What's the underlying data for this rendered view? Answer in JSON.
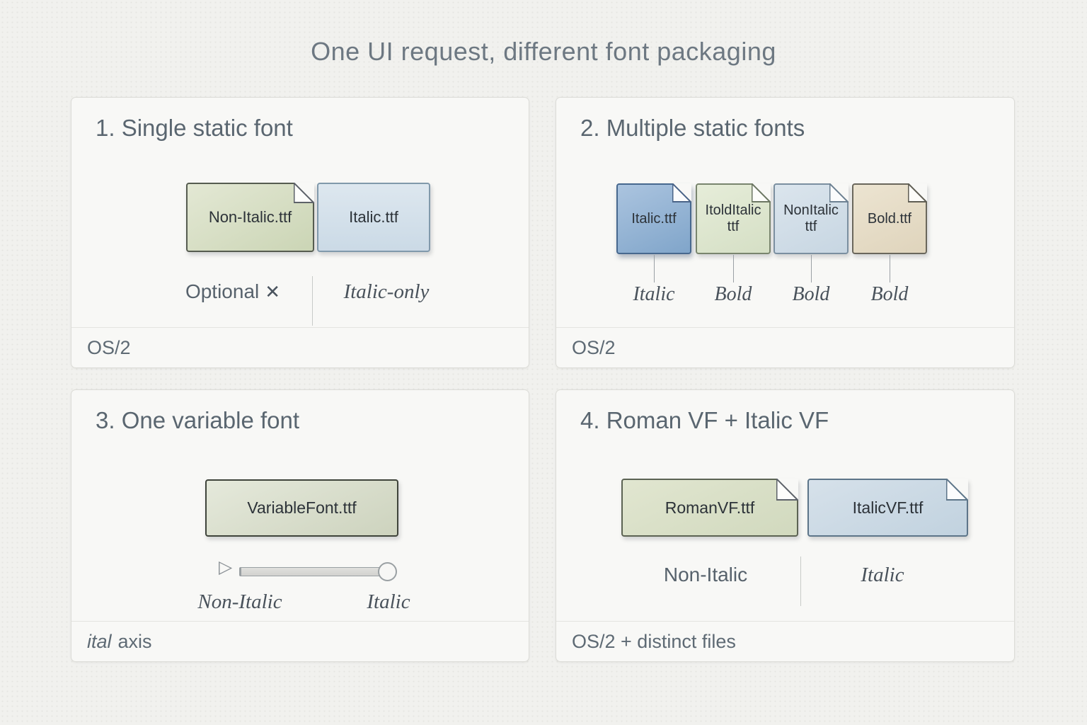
{
  "title": "One UI request, different font packaging",
  "colors": {
    "page_bg": "#f1f1ee",
    "panel_bg": "#f8f8f6",
    "panel_border": "#dcdcd8",
    "heading_text": "#5a6670",
    "title_text": "#6d7882",
    "file_text": "#2c3238",
    "annotation_text": "#49525b",
    "footer_text": "#5e6a74",
    "file_green": "#d7dfc4",
    "file_blue_pale": "#d4e1ea",
    "file_blue": "#95b4d4",
    "file_green_light": "#dde6cf",
    "file_blue_light": "#d1dde7",
    "file_tan": "#e6dcc7",
    "connector_line": "#9aa0a5"
  },
  "panels": [
    {
      "heading": "1. Single static font",
      "files": [
        {
          "label": "Non-Italic.ttf"
        },
        {
          "label": "Italic.ttf"
        }
      ],
      "annotations": [
        {
          "label": "Optional",
          "icon": "✕"
        },
        {
          "label": "Italic-only"
        }
      ],
      "footer": "OS/2"
    },
    {
      "heading": "2. Multiple static fonts",
      "files": [
        {
          "label": "Italic.ttf",
          "tag": "Italic"
        },
        {
          "label": "ItoldItalic ttf",
          "tag": "Bold"
        },
        {
          "label": "NonItalic ttf",
          "tag": "Bold"
        },
        {
          "label": "Bold.ttf",
          "tag": "Bold"
        }
      ],
      "footer": "OS/2"
    },
    {
      "heading": "3. One variable font",
      "files": [
        {
          "label": "VariableFont.ttf"
        }
      ],
      "slider": {
        "start_label": "Non-Italic",
        "end_label": "Italic",
        "play_icon": "▷"
      },
      "footer_parts": {
        "italic": "ital",
        "regular": "axis"
      }
    },
    {
      "heading": "4. Roman VF + Italic VF",
      "files": [
        {
          "label": "RomanVF.ttf"
        },
        {
          "label": "ItalicVF.ttf"
        }
      ],
      "annotations": [
        {
          "label": "Non-Italic"
        },
        {
          "label": "Italic"
        }
      ],
      "footer": "OS/2 + distinct files"
    }
  ]
}
